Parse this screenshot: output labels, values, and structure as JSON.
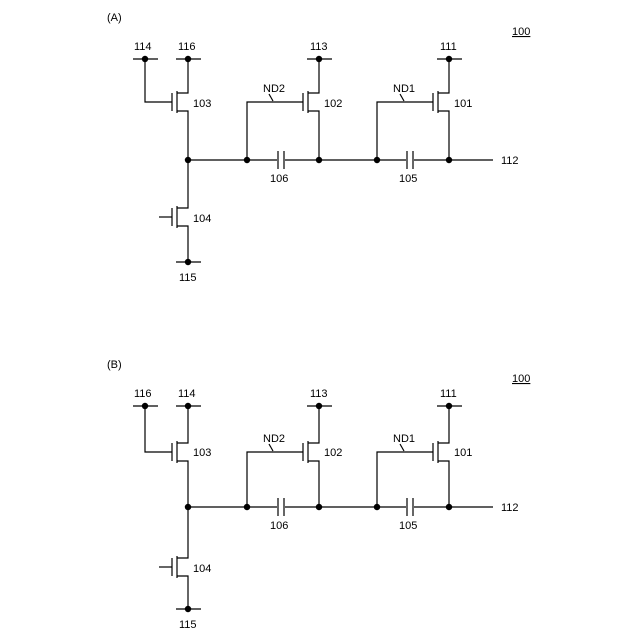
{
  "panels": [
    {
      "label": "(A)",
      "ref": "100",
      "terminals": {
        "t_left": "114",
        "t_mid": "116",
        "t_113": "113",
        "t_111": "111",
        "t_112": "112",
        "t_115": "115"
      },
      "transistors": {
        "tr101": "101",
        "tr102": "102",
        "tr103": "103",
        "tr104": "104"
      },
      "capacitors": {
        "cap105": "105",
        "cap106": "106"
      },
      "nodes": {
        "nd1": "ND1",
        "nd2": "ND2"
      }
    },
    {
      "label": "(B)",
      "ref": "100",
      "terminals": {
        "t_left": "116",
        "t_mid": "114",
        "t_113": "113",
        "t_111": "111",
        "t_112": "112",
        "t_115": "115"
      },
      "transistors": {
        "tr101": "101",
        "tr102": "102",
        "tr103": "103",
        "tr104": "104"
      },
      "capacitors": {
        "cap105": "105",
        "cap106": "106"
      },
      "nodes": {
        "nd1": "ND1",
        "nd2": "ND2"
      }
    }
  ]
}
